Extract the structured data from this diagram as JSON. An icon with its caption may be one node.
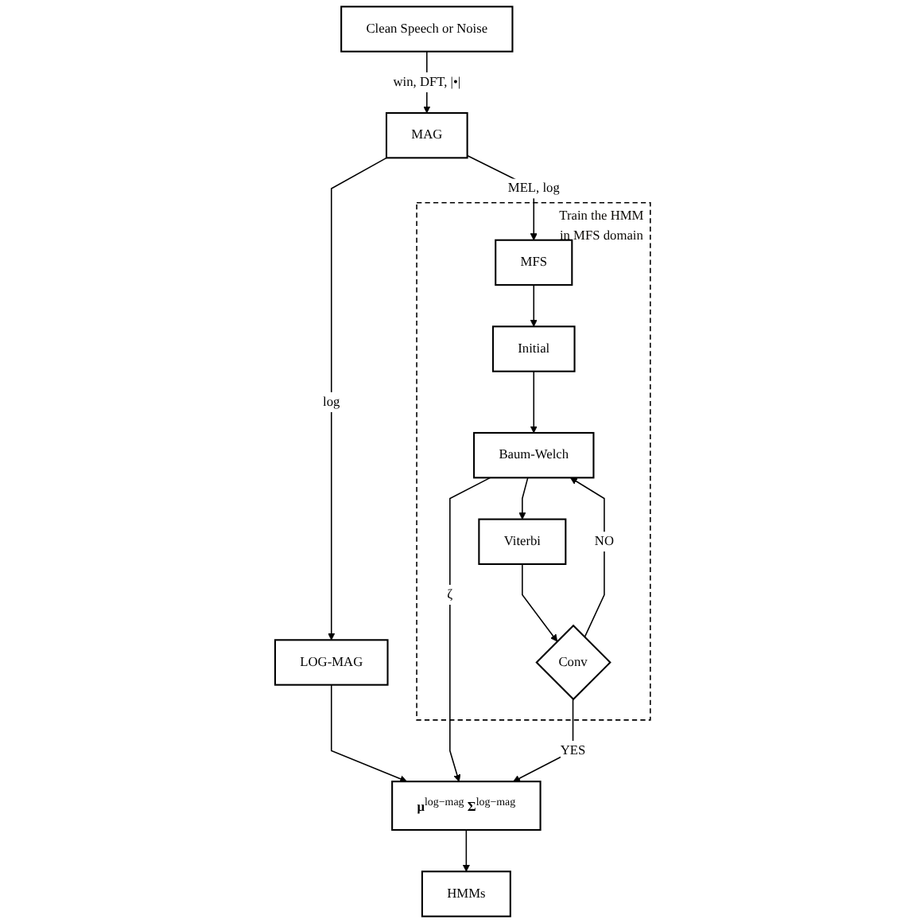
{
  "diagram": {
    "nodes": [
      {
        "text": [
          "Clean Speech or Noise"
        ]
      },
      {
        "text": [
          "MAG"
        ]
      },
      {
        "text": [
          "LOG-MAG"
        ]
      },
      {
        "text": [
          "Train the HMM in MFS domain"
        ]
      },
      {
        "text": [
          "MFS"
        ],
        "in": 3
      },
      {
        "text": [
          "Initial"
        ],
        "in": 3
      },
      {
        "text": [
          "Baum-Welch"
        ],
        "in": 3
      },
      {
        "text": [
          "Viterbi"
        ],
        "in": 3
      },
      {
        "text": [
          "Conv"
        ],
        "in": 3
      },
      {
        "text": [
          "**μ**$^{log−mag}$ **Σ**$^{log−mag}$"
        ]
      },
      {
        "text": [
          "HMMs"
        ]
      }
    ],
    "edges": [
      {
        "from": 0,
        "to": 1,
        "arrow": "to",
        "label": "win, DFT, |•|"
      },
      {
        "from": 1,
        "to": 2,
        "arrow": "to",
        "label": "log"
      },
      {
        "from": 1,
        "to": 4,
        "arrow": "to",
        "label": "MEL, log"
      },
      {
        "from": 2,
        "to": 9,
        "arrow": "to"
      },
      {
        "from": 4,
        "to": 5,
        "arrow": "to"
      },
      {
        "from": 5,
        "to": 6,
        "arrow": "to"
      },
      {
        "from": 6,
        "to": 9,
        "arrow": "to",
        "label": "ζ"
      },
      {
        "from": 6,
        "to": 7,
        "arrow": "to"
      },
      {
        "from": 7,
        "to": 8,
        "arrow": "to"
      },
      {
        "from": 8,
        "to": 6,
        "arrow": "to",
        "label": "NO"
      },
      {
        "from": 8,
        "to": 9,
        "arrow": "to",
        "label": "YES"
      },
      {
        "from": 9,
        "to": 10,
        "arrow": "to"
      }
    ]
  }
}
